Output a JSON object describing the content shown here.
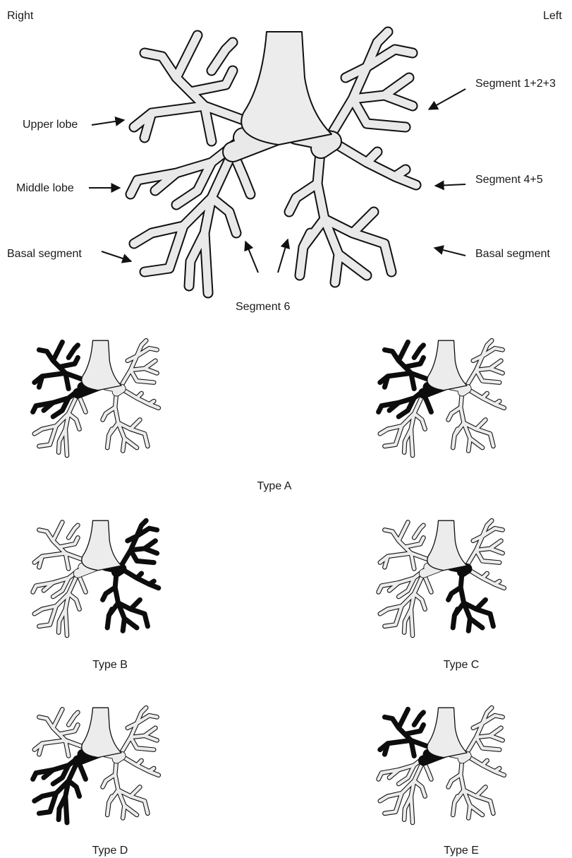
{
  "labels": {
    "right": "Right",
    "left": "Left",
    "upper_lobe": "Upper lobe",
    "middle_lobe": "Middle lobe",
    "basal_right": "Basal segment",
    "seg123": "Segment 1+2+3",
    "seg45": "Segment 4+5",
    "basal_left": "Basal segment",
    "seg6": "Segment 6"
  },
  "types": [
    {
      "caption": "Type A",
      "highlight": [
        "right-upper",
        "right-middle"
      ]
    },
    {
      "caption": "",
      "highlight": [
        "right-upper",
        "right-middle",
        "right-seg6"
      ]
    },
    {
      "caption": "Type B",
      "highlight": [
        "left-all"
      ]
    },
    {
      "caption": "Type C",
      "highlight": [
        "left-lower"
      ]
    },
    {
      "caption": "Type D",
      "highlight": [
        "right-middle",
        "right-lower"
      ]
    },
    {
      "caption": "Type E",
      "highlight": [
        "right-upper"
      ]
    }
  ],
  "colors": {
    "airway_fill": "#e6e6e6",
    "airway_outline": "#111111",
    "highlight": "#0d0d0d",
    "arrow": "#111111"
  }
}
